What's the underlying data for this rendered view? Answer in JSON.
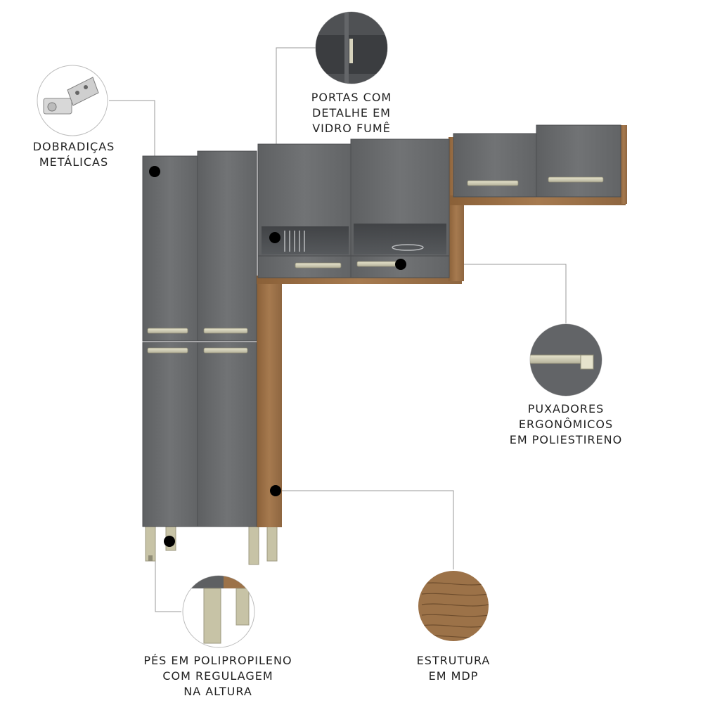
{
  "features": {
    "hinges": {
      "lines": [
        "DOBRADIÇAS",
        "METÁLICAS"
      ],
      "icon": "hinge-icon"
    },
    "doors": {
      "lines": [
        "PORTAS COM",
        "DETALHE EM",
        "VIDRO FUMÊ"
      ],
      "icon": "smoked-glass-door-icon"
    },
    "handles": {
      "lines": [
        "PUXADORES",
        "ERGONÔMICOS",
        "EM POLIESTIRENO"
      ],
      "icon": "handle-icon"
    },
    "feet": {
      "lines": [
        "PÉS EM POLIPROPILENO",
        "COM REGULAGEM",
        "NA ALTURA"
      ],
      "icon": "adjustable-foot-icon"
    },
    "structure": {
      "lines": [
        "ESTRUTURA",
        "EM MDP"
      ],
      "icon": "wood-texture-icon"
    }
  },
  "colors": {
    "door_gray": "#6d6f71",
    "wood": "#9c7248",
    "handle": "#cfccb4",
    "callout_line": "#9a9a9a"
  }
}
